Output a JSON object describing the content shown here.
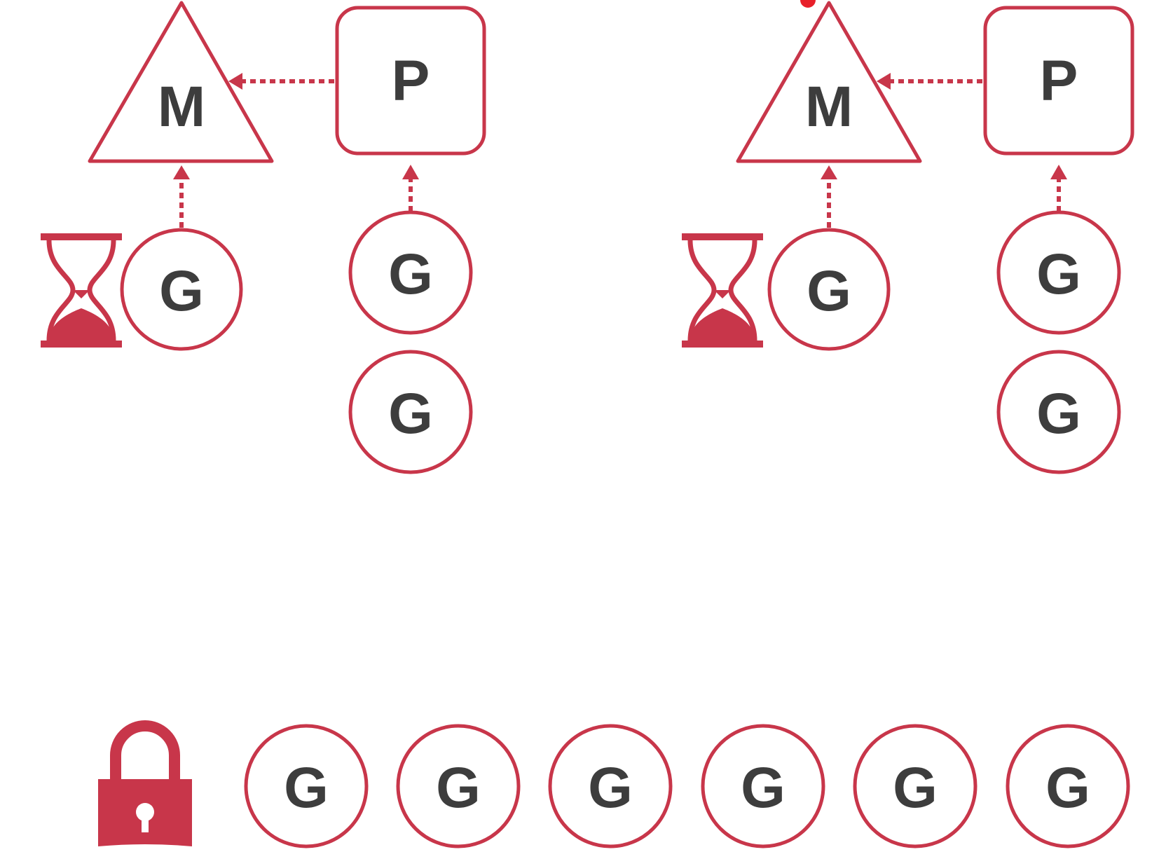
{
  "colors": {
    "accent": "#c8364a",
    "text": "#3d3d3d",
    "background": "#ffffff"
  },
  "icons": {
    "waiting": "hourglass-icon",
    "global_queue": "lock-icon"
  },
  "groups": [
    {
      "machine_label": "M",
      "processor_label": "P",
      "running_goroutine_label": "G",
      "local_queue": [
        "G",
        "G"
      ]
    },
    {
      "machine_label": "M",
      "processor_label": "P",
      "running_goroutine_label": "G",
      "local_queue": [
        "G",
        "G"
      ]
    }
  ],
  "global_queue": [
    "G",
    "G",
    "G",
    "G",
    "G",
    "G"
  ]
}
